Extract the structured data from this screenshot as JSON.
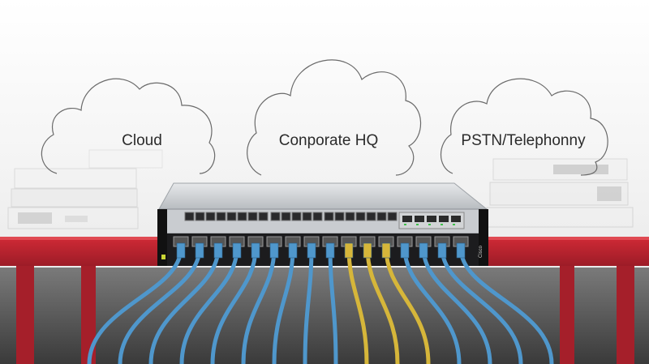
{
  "clouds": [
    {
      "label": "Cloud"
    },
    {
      "label": "Conporate HQ"
    },
    {
      "label": "PSTN/Telephonny"
    }
  ],
  "device": {
    "side_label": "Cisco"
  },
  "colors": {
    "table_red": "#c0232f",
    "cable_blue": "#4f97cc",
    "cable_yellow": "#d6b63a",
    "chassis_black": "#1c1c1e",
    "chassis_silver": "#c8cbcf"
  }
}
